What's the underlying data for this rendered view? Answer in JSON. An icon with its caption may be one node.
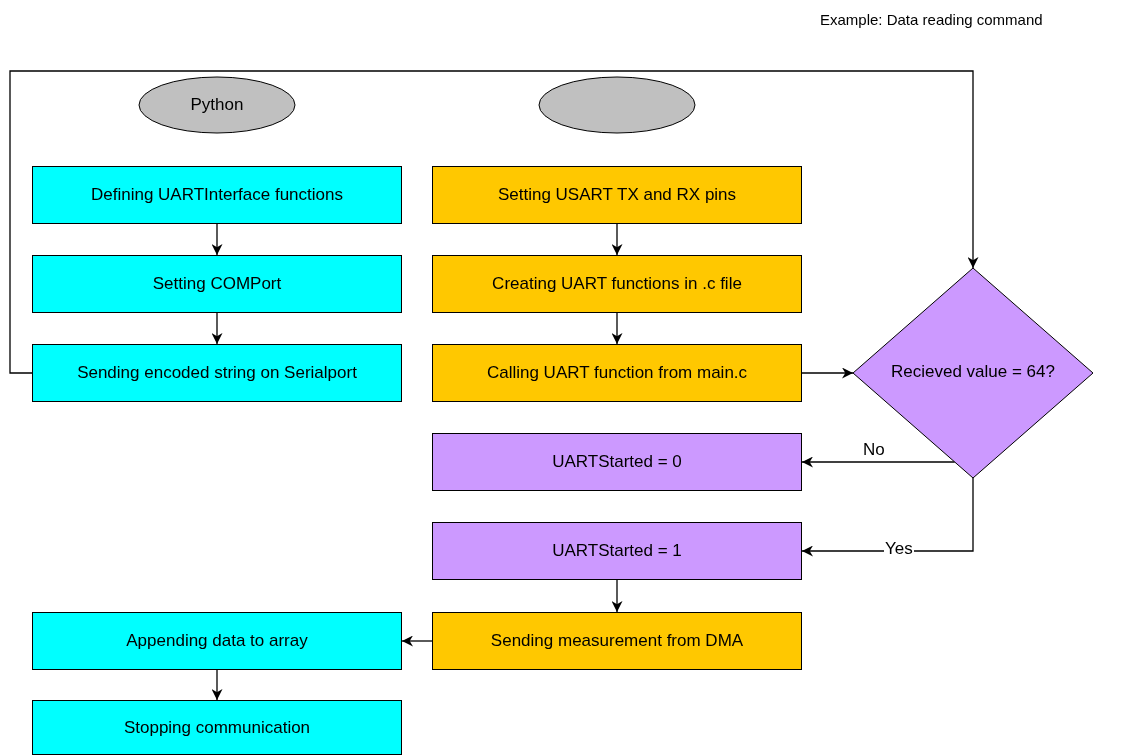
{
  "diagram": {
    "nodes": [
      {
        "text": [
          "Python"
        ]
      },
      {
        "text": [],
        "shape": "ellipse"
      },
      {
        "text": [
          "Defining UARTInterface functions"
        ]
      },
      {
        "text": [
          "Setting COMPort"
        ]
      },
      {
        "text": [
          "Sending encoded string on Serialport"
        ]
      },
      {
        "text": [
          "Setting USART TX and RX pins"
        ]
      },
      {
        "text": [
          "Creating UART functions in .c file"
        ]
      },
      {
        "text": [
          "Calling UART function from main.c"
        ]
      },
      {
        "text": [
          "Recieved value = 64?"
        ]
      },
      {
        "text": [
          "UARTStarted = 0"
        ]
      },
      {
        "text": [
          "UARTStarted = 1"
        ]
      },
      {
        "text": [
          "Sending measurement from DMA"
        ]
      },
      {
        "text": [
          "Appending data to array"
        ]
      },
      {
        "text": [
          "Stopping communication"
        ]
      }
    ],
    "edges": [
      {
        "from": 2,
        "to": 3,
        "arrow": "to"
      },
      {
        "from": 3,
        "to": 4,
        "arrow": "to"
      },
      {
        "from": 4,
        "to": 8,
        "arrow": "to"
      },
      {
        "from": 5,
        "to": 6,
        "arrow": "to"
      },
      {
        "from": 6,
        "to": 7,
        "arrow": "to"
      },
      {
        "from": 7,
        "to": 8,
        "arrow": "to"
      },
      {
        "from": 8,
        "to": 9,
        "arrow": "to",
        "label": "No"
      },
      {
        "from": 8,
        "to": 10,
        "arrow": "to",
        "label": "Yes"
      },
      {
        "from": 10,
        "to": 11,
        "arrow": "to"
      },
      {
        "from": 11,
        "to": 12,
        "arrow": "to"
      },
      {
        "from": 12,
        "to": 13,
        "arrow": "to"
      }
    ],
    "labels": [
      "Example: Data reading command"
    ]
  }
}
